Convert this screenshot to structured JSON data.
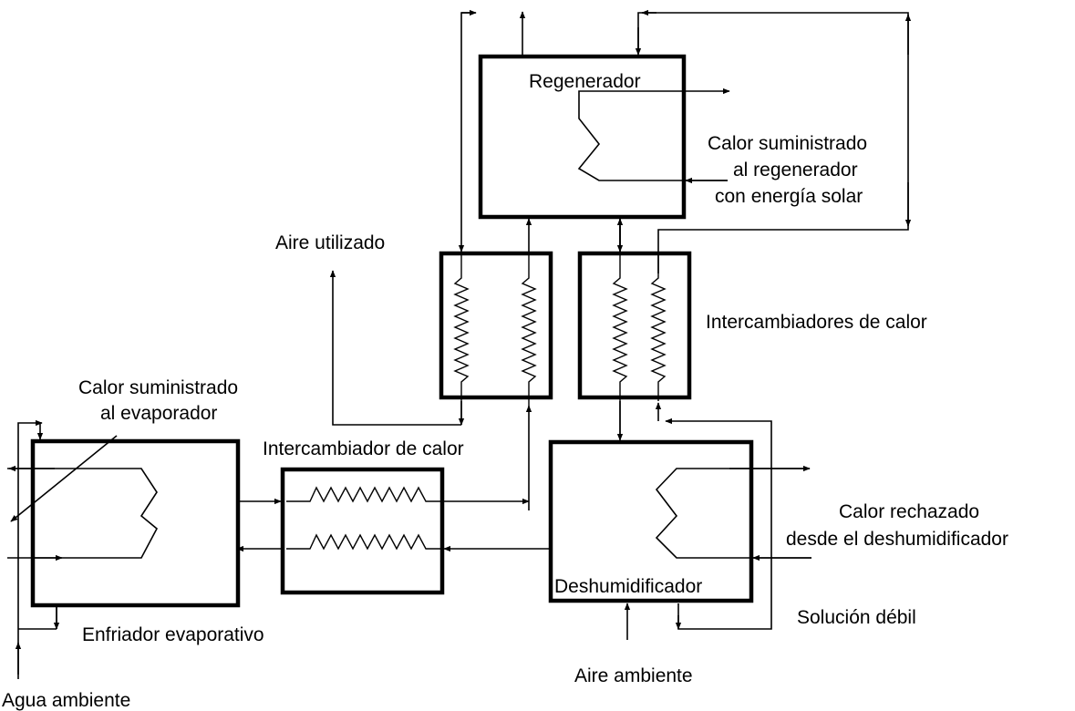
{
  "labels": {
    "regenerador": "Regenerador",
    "calor_regen_1": "Calor suministrado",
    "calor_regen_2": "al regenerador",
    "calor_regen_3": "con energía solar",
    "aire_utilizado": "Aire utilizado",
    "intercambiadores": "Intercambiadores de calor",
    "calor_evap_1": "Calor suministrado",
    "calor_evap_2": "al evaporador",
    "intercambiador": "Intercambiador de calor",
    "calor_rech_1": "Calor rechazado",
    "calor_rech_2": "desde el deshumidificador",
    "deshumidificador": "Deshumidificador",
    "solucion_debil": "Solución débil",
    "enfriador": "Enfriador evaporativo",
    "aire_ambiente": "Aire ambiente",
    "agua_ambiente": "Agua ambiente"
  }
}
